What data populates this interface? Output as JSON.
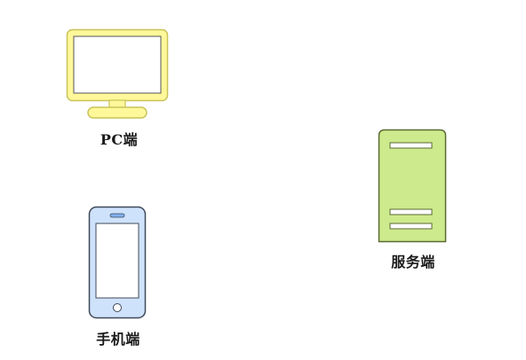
{
  "nodes": {
    "pc": {
      "label": "PC端",
      "icon": "monitor-icon",
      "fill": "#fef89a",
      "stroke": "#c9c35a"
    },
    "mobile": {
      "label": "手机端",
      "icon": "smartphone-icon",
      "fill": "#cfe2fb",
      "stroke": "#3f4a5a",
      "speaker_fill": "#7fb0f0"
    },
    "server": {
      "label": "服务端",
      "icon": "server-icon",
      "fill": "#cdea8c",
      "stroke": "#5a6a34"
    }
  }
}
